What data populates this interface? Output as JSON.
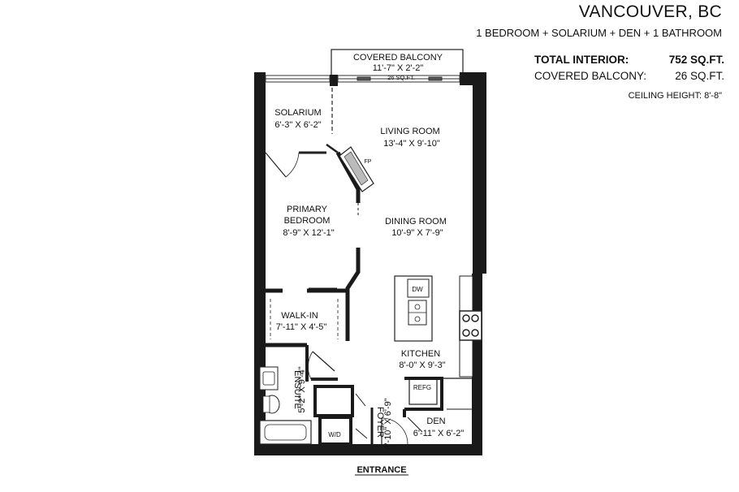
{
  "header": {
    "city": "VANCOUVER, BC",
    "subtitle": "1 BEDROOM + SOLARIUM + DEN + 1 BATHROOM",
    "stats": [
      {
        "label": "TOTAL INTERIOR:",
        "value": "752 SQ.FT."
      },
      {
        "label": "COVERED BALCONY:",
        "value": "26 SQ.FT."
      }
    ],
    "ceiling": "CEILING HEIGHT: 8'-8\""
  },
  "rooms": {
    "balcony": {
      "name": "COVERED BALCONY",
      "dims": "11'-7\" X 2'-2\"",
      "area": "26 SQ.FT."
    },
    "solarium": {
      "name": "SOLARIUM",
      "dims": "6'-3\" X 6'-2\""
    },
    "living": {
      "name": "LIVING ROOM",
      "dims": "13'-4\" X 9'-10\""
    },
    "bedroom": {
      "name1": "PRIMARY",
      "name2": "BEDROOM",
      "dims": "8'-9\" X 12'-1\""
    },
    "dining": {
      "name": "DINING ROOM",
      "dims": "10'-9\" X 7'-9\""
    },
    "walkin": {
      "name": "WALK-IN",
      "dims": "7'-11\" X 4'-5\""
    },
    "ensuite": {
      "name": "ENSUITE",
      "dims": "5'-2\" X 9'-4\""
    },
    "kitchen": {
      "name": "KITCHEN",
      "dims": "8'-0\" X 9'-3\""
    },
    "foyer": {
      "name": "FOYER",
      "dims": "4'-10\" X 6'-9\""
    },
    "den": {
      "name": "DEN",
      "dims": "6'-11\" X 6'-2\""
    }
  },
  "fixtures": {
    "fp": "FP",
    "dw": "DW",
    "refg": "REFG",
    "wd": "W/D"
  },
  "entrance": "ENTRANCE"
}
